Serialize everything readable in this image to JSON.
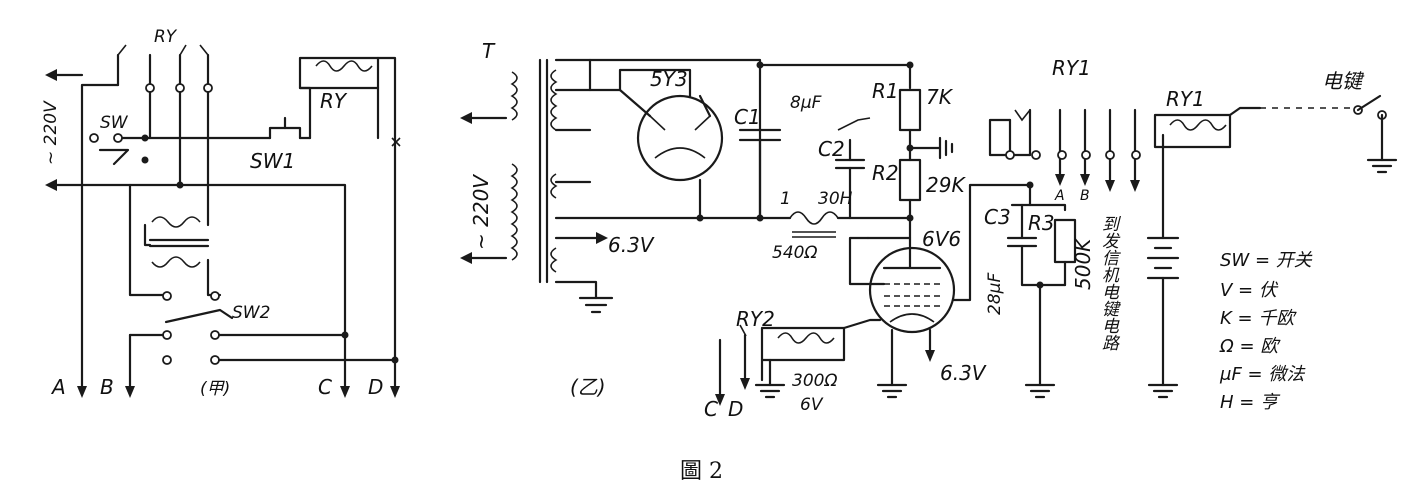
{
  "figure_caption": "圖 2",
  "diagram_a": {
    "name": "(甲)",
    "labels": {
      "ry": "RY",
      "ry_top": "RY",
      "sw": "SW",
      "sw1": "SW1",
      "sw2": "SW2",
      "ac": "~ 220V",
      "a": "A",
      "b": "B",
      "c": "C",
      "d": "D"
    }
  },
  "diagram_b": {
    "name": "(乙)",
    "labels": {
      "t": "T",
      "ac": "~ 220V",
      "v63": "6.3V",
      "tube_rect": "5Y3",
      "c1": "C1",
      "c2": "C2",
      "cap_8uf": "8μF",
      "choke": "30H",
      "choke_res": "540Ω",
      "r1": "R1",
      "r1_val": "7K",
      "r2": "R2",
      "r2_val": "29K",
      "r3": "R3",
      "r3_val": "500K",
      "c3": "C3",
      "c3_val": "28μF",
      "tube_amp": "6V6",
      "heater": "6.3V",
      "ry1": "RY1",
      "ry1_coil": "RY1",
      "ry2": "RY2",
      "ry2_spec": "300Ω",
      "ry2_volt": "6V",
      "key": "电键",
      "a": "A",
      "b": "B",
      "c": "C",
      "d": "D",
      "receiver": "到发信机电键电路",
      "one": "1"
    }
  },
  "legend": [
    "SW = 开关",
    "V = 伏",
    "K = 千欧",
    "Ω = 欧",
    "μF = 微法",
    "H = 亨"
  ]
}
